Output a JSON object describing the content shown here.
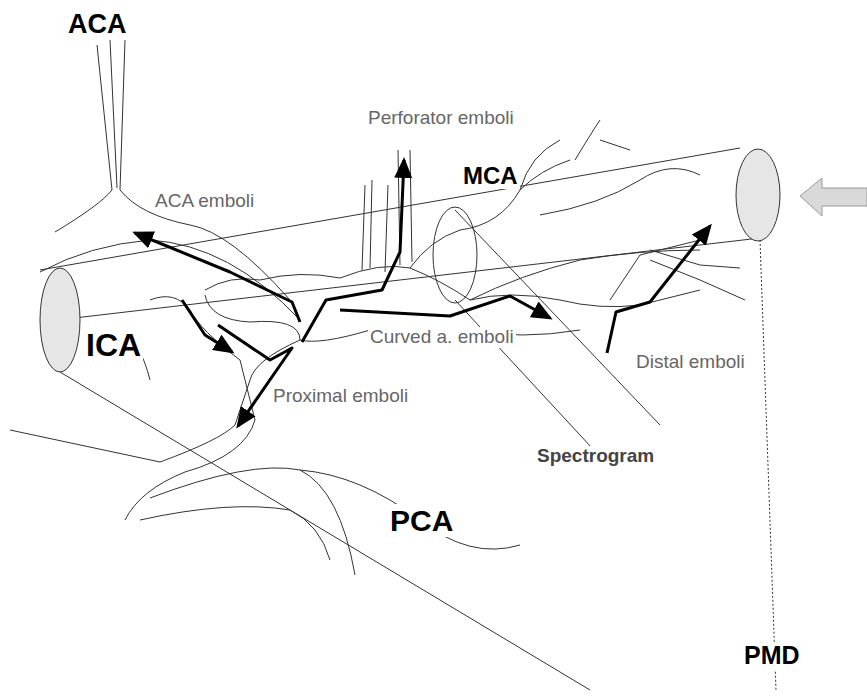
{
  "diagram": {
    "labels": [
      "ACA",
      "Perforator emboli",
      "MCA",
      "ACA emboli",
      "ICA",
      "Curved a. emboli",
      "Distal emboli",
      "Proximal emboli",
      "Spectrogram",
      "PCA",
      "PMD"
    ]
  }
}
